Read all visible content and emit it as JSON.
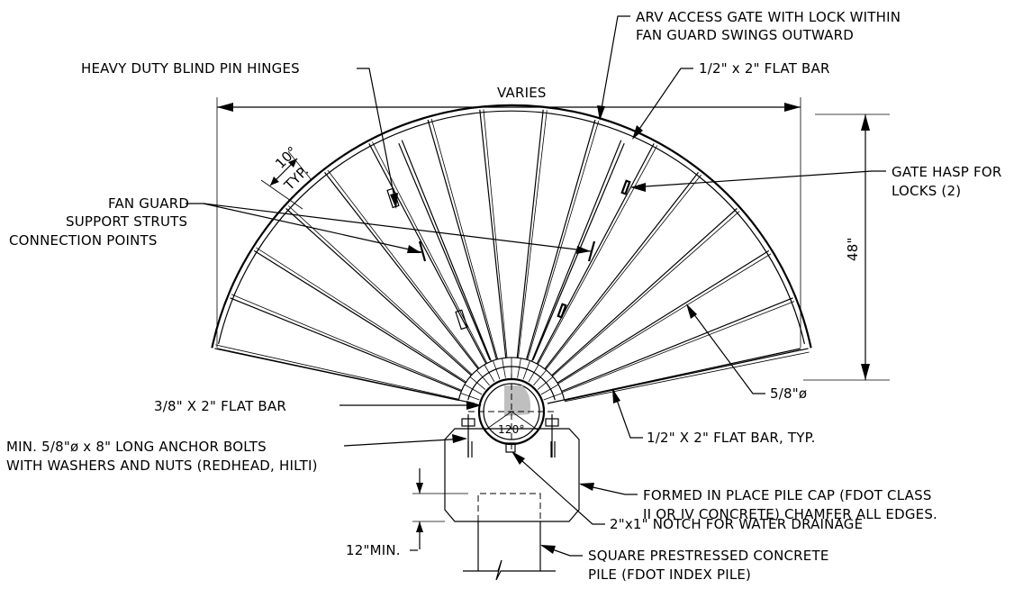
{
  "dimensions": {
    "width_label": "VARIES",
    "height_label": "48\"",
    "angle_label": "10°",
    "typ_label": "TYP.",
    "pipe_angle_label": "120°",
    "pile_embed_label": "12\"MIN."
  },
  "callouts": {
    "arv_gate": [
      "ARV ACCESS GATE WITH LOCK WITHIN",
      "FAN GUARD SWINGS OUTWARD"
    ],
    "hinges": "HEAVY DUTY BLIND PIN HINGES",
    "flat_bar_top": "1/2\" x 2\" FLAT BAR",
    "gate_hasp": [
      "GATE HASP FOR",
      "LOCKS (2)"
    ],
    "support_struts": [
      "FAN GUARD",
      "SUPPORT STRUTS",
      "CONNECTION POINTS"
    ],
    "rod": "5/8\"ø",
    "flat_bar_small": "3/8\" X 2\" FLAT BAR",
    "flat_bar_typ": "1/2\" X 2\" FLAT BAR, TYP.",
    "anchor_bolts": [
      "MIN. 5/8\"ø x 8\" LONG ANCHOR BOLTS",
      "WITH WASHERS AND NUTS (REDHEAD, HILTI)"
    ],
    "pile_cap": [
      "FORMED IN PLACE PILE CAP (FDOT CLASS",
      "II OR IV CONCRETE) CHAMFER ALL EDGES."
    ],
    "notch": "2\"x1\" NOTCH FOR WATER DRAINAGE",
    "pile": [
      "SQUARE PRESTRESSED CONCRETE",
      "PILE (FDOT INDEX PILE)"
    ]
  }
}
